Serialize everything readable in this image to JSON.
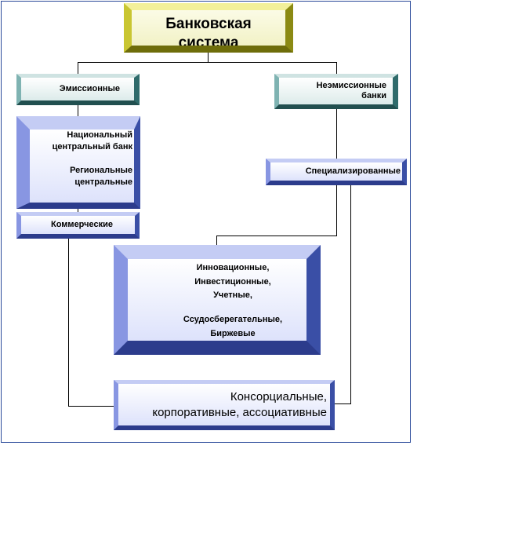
{
  "diagram": {
    "root": {
      "lines": [
        "Банковская",
        "система"
      ]
    },
    "emission": {
      "label": "Эмиссионные"
    },
    "non_emission": {
      "lines": [
        "Неэмиссионные",
        "банки"
      ]
    },
    "national": {
      "lines": [
        "Национальный",
        "центральный банк",
        "",
        "Региональные",
        "центральные"
      ]
    },
    "commercial": {
      "label": "Коммерческие"
    },
    "specialized": {
      "label": "Специализированные"
    },
    "innovation": {
      "lines": [
        "Инновационные,",
        "Инвестиционные,",
        "Учетные,",
        "",
        "Ссудосберегательные,",
        "Биржевые"
      ]
    },
    "consortium": {
      "lines": [
        "Консорциальные,",
        "корпоративные, ассоциативные"
      ]
    }
  },
  "colors": {
    "frame": "#2a4a9a",
    "root_fill": "#ecec7a",
    "teal_fill": "#2f6b6b",
    "blue_fill": "#a9b4ee",
    "connector": "#000000"
  }
}
